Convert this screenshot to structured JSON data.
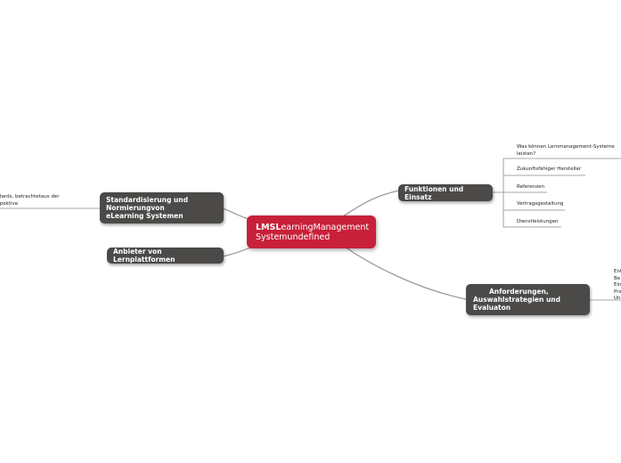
{
  "root": {
    "bold": "LMSL",
    "rest": "earningManagement Systemundefined"
  },
  "nodes": {
    "funktionen": "Funktionen und Einsatz",
    "standardisierung": "Standardisierung und Normierungvon eLearning Systemen",
    "anbieter": "Anbieter von Lernplattformen",
    "anforderungen": "Anforderungen, Auswahlstrategien und Evaluaton"
  },
  "leaves": {
    "funktionen": [
      "Was können Lernmanagement-Systeme leisten?",
      "Zukunftsfähiger Hersteller",
      "Referenzen",
      "Vertragsgestaltung",
      "Dienstleistungen"
    ],
    "standardisierung": "...andards, betrachtetaus der ...erspektive",
    "anforderungen": [
      "Ent",
      "Be",
      "Ein",
      "Pra",
      "Un"
    ]
  },
  "colors": {
    "root": "#c8203a",
    "node": "#4b4a48",
    "line": "#999999"
  }
}
